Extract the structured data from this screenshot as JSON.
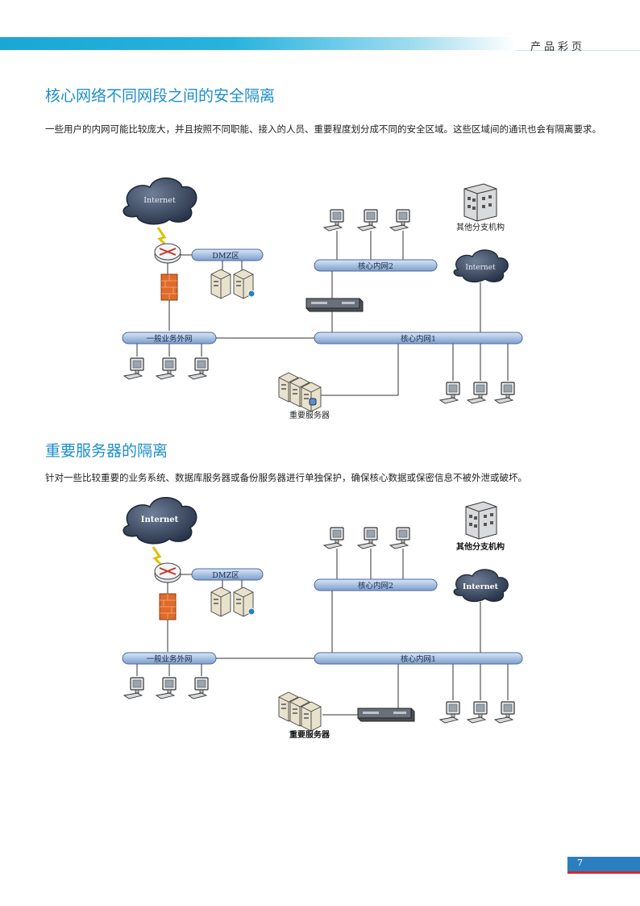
{
  "header": {
    "label": "产品彩页"
  },
  "section1": {
    "title": "核心网络不同网段之间的安全隔离",
    "paragraph": "一些用户的内网可能比较庞大，并且按照不同职能、接入的人员、重要程度划分成不同的安全区域。这些区域间的通讯也会有隔离要求。"
  },
  "section2": {
    "title": "重要服务器的隔离",
    "paragraph": "针对一些比较重要的业务系统、数据库服务器或备份服务器进行单独保护，确保核心数据或保密信息不被外泄或破坏。"
  },
  "diagram1": {
    "internet": "Internet",
    "dmz": "DMZ区",
    "general_net": "一般业务外网",
    "core1": "核心内网1",
    "core2": "核心内网2",
    "branch": "其他分支机构",
    "branch_internet": "Internet",
    "servers": "重要服务器"
  },
  "diagram2": {
    "internet": "Internet",
    "dmz": "DMZ区",
    "general_net": "一般业务外网",
    "core1": "核心内网1",
    "core2": "核心内网2",
    "branch": "其他分支机构",
    "branch_internet": "Internet",
    "servers": "重要服务器"
  },
  "footer": {
    "page_number": "7"
  },
  "colors": {
    "accent": "#1b8ec9",
    "pipe": "#9fb8dc",
    "cloud": "#3b4c66",
    "footer_red": "#d9262b"
  }
}
